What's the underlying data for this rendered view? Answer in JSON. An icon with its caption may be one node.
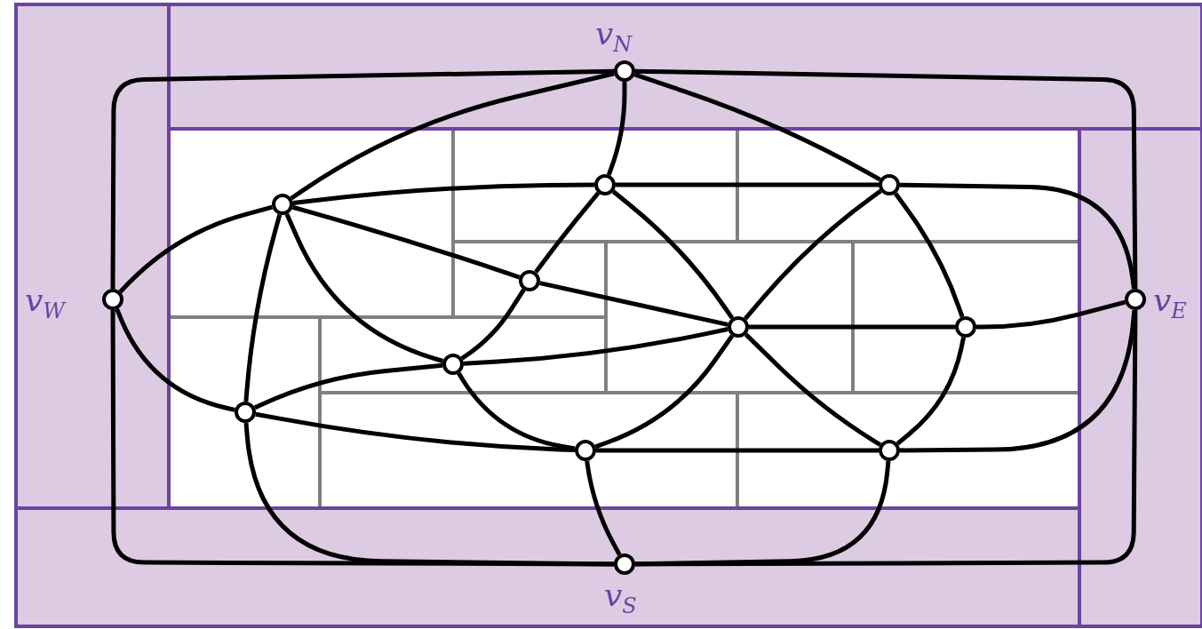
{
  "diagram": {
    "nodes": [
      {
        "text": [],
        "shape": "circle",
        "beside": [
          "v$_{N}$"
        ]
      },
      {
        "text": [],
        "shape": "circle",
        "beside": [
          "v$_{W}$"
        ]
      },
      {
        "text": [],
        "shape": "circle",
        "beside": [
          "v$_{E}$"
        ]
      },
      {
        "text": [],
        "shape": "circle",
        "beside": [
          "v$_{S}$"
        ]
      },
      {
        "text": [],
        "shape": "circle"
      },
      {
        "text": [],
        "shape": "circle"
      },
      {
        "text": [],
        "shape": "circle"
      },
      {
        "text": [],
        "shape": "circle"
      },
      {
        "text": [],
        "shape": "circle"
      },
      {
        "text": [],
        "shape": "circle"
      },
      {
        "text": [],
        "shape": "circle"
      },
      {
        "text": [],
        "shape": "circle"
      },
      {
        "text": [],
        "shape": "circle"
      },
      {
        "text": [],
        "shape": "circle"
      }
    ],
    "edges": [
      {
        "from": 0,
        "to": 1,
        "arrow": "none"
      },
      {
        "from": 0,
        "to": 2,
        "arrow": "none"
      },
      {
        "from": 0,
        "to": 4,
        "arrow": "none"
      },
      {
        "from": 0,
        "to": 5,
        "arrow": "none"
      },
      {
        "from": 0,
        "to": 6,
        "arrow": "none"
      },
      {
        "from": 1,
        "to": 3,
        "arrow": "none"
      },
      {
        "from": 2,
        "to": 3,
        "arrow": "none"
      },
      {
        "from": 1,
        "to": 4,
        "arrow": "none"
      },
      {
        "from": 1,
        "to": 11,
        "arrow": "none"
      },
      {
        "from": 2,
        "to": 6,
        "arrow": "none"
      },
      {
        "from": 2,
        "to": 9,
        "arrow": "none"
      },
      {
        "from": 2,
        "to": 13,
        "arrow": "none"
      },
      {
        "from": 4,
        "to": 5,
        "arrow": "none"
      },
      {
        "from": 4,
        "to": 7,
        "arrow": "none"
      },
      {
        "from": 4,
        "to": 10,
        "arrow": "none"
      },
      {
        "from": 4,
        "to": 11,
        "arrow": "none"
      },
      {
        "from": 5,
        "to": 6,
        "arrow": "none"
      },
      {
        "from": 5,
        "to": 7,
        "arrow": "none"
      },
      {
        "from": 5,
        "to": 8,
        "arrow": "none"
      },
      {
        "from": 6,
        "to": 8,
        "arrow": "none"
      },
      {
        "from": 6,
        "to": 9,
        "arrow": "none"
      },
      {
        "from": 7,
        "to": 8,
        "arrow": "none"
      },
      {
        "from": 7,
        "to": 10,
        "arrow": "none"
      },
      {
        "from": 8,
        "to": 9,
        "arrow": "none"
      },
      {
        "from": 8,
        "to": 10,
        "arrow": "none"
      },
      {
        "from": 8,
        "to": 12,
        "arrow": "none"
      },
      {
        "from": 8,
        "to": 13,
        "arrow": "none"
      },
      {
        "from": 9,
        "to": 13,
        "arrow": "none"
      },
      {
        "from": 10,
        "to": 11,
        "arrow": "none"
      },
      {
        "from": 10,
        "to": 12,
        "arrow": "none"
      },
      {
        "from": 11,
        "to": 12,
        "arrow": "none"
      },
      {
        "from": 11,
        "to": 3,
        "arrow": "none"
      },
      {
        "from": 12,
        "to": 13,
        "arrow": "none"
      },
      {
        "from": 12,
        "to": 3,
        "arrow": "none"
      },
      {
        "from": 13,
        "to": 3,
        "arrow": "none"
      }
    ]
  }
}
